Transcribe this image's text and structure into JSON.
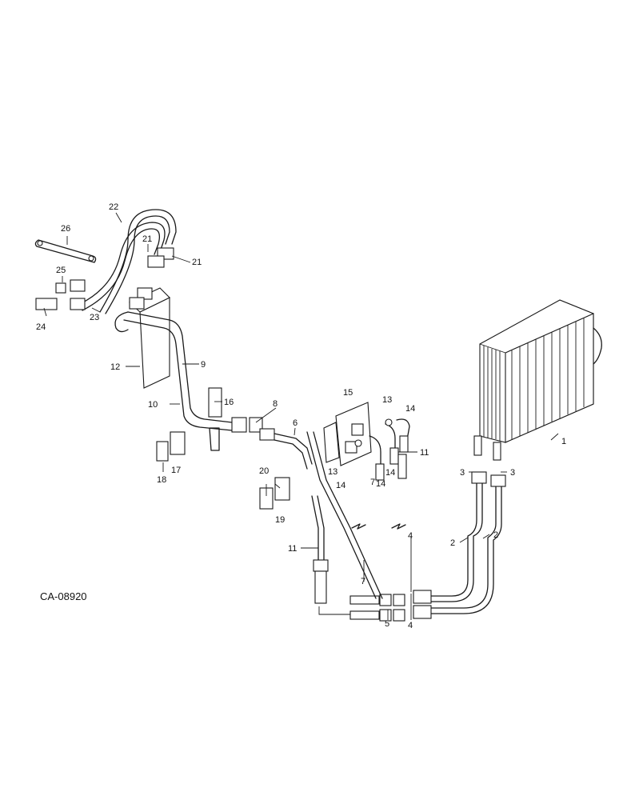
{
  "figure_code": "CA-08920",
  "callouts": {
    "c1": "1",
    "c2a": "2",
    "c2b": "2",
    "c3a": "3",
    "c3b": "3",
    "c4a": "4",
    "c4b": "4",
    "c5": "5",
    "c6": "6",
    "c7a": "7",
    "c7b": "7",
    "c8": "8",
    "c9": "9",
    "c10": "10",
    "c11a": "11",
    "c11b": "11",
    "c12": "12",
    "c13a": "13",
    "c13b": "13",
    "c14a": "14",
    "c14b": "14",
    "c14c": "14",
    "c14d": "14",
    "c15": "15",
    "c16": "16",
    "c17": "17",
    "c18": "18",
    "c19": "19",
    "c20": "20",
    "c21a": "21",
    "c21b": "21",
    "c22": "22",
    "c23": "23",
    "c24": "24",
    "c25": "25",
    "c26": "26"
  }
}
